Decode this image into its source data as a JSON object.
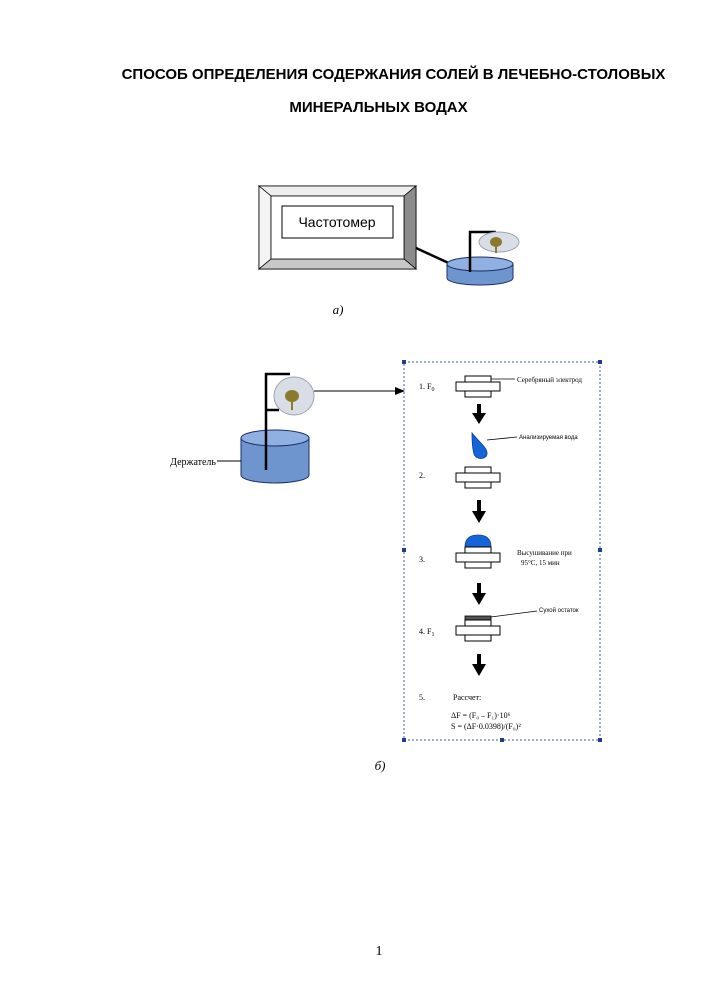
{
  "document": {
    "title_line1": "СПОСОБ ОПРЕДЕЛЕНИЯ СОДЕРЖАНИЯ СОЛЕЙ В ЛЕЧЕБНО-СТОЛОВЫХ",
    "title_line2": "МИНЕРАЛЬНЫХ ВОДАХ",
    "page_number": "1"
  },
  "figure_a": {
    "device_label": "Частотомер",
    "caption": "а)"
  },
  "figure_b": {
    "holder_label": "Держатель",
    "caption": "б)",
    "steps": [
      {
        "number": "1. F",
        "sub": "0"
      },
      {
        "number": "2."
      },
      {
        "number": "3."
      },
      {
        "number": "4. F",
        "sub": "1"
      },
      {
        "number": "5."
      }
    ],
    "annotations": {
      "silver_electrode": "Серебряный электрод",
      "analyzed_water": "Анализируемая вода",
      "drying_line1": "Высушивание при",
      "drying_line2": "95°С, 15 мин",
      "dry_residue": "Сухой остаток"
    },
    "calculation": {
      "heading": "Рассчет:",
      "formula1": "ΔF = (F₀ – F₁)·10⁶",
      "formula2": "S = (ΔF·0.0398)/(F₀)²"
    }
  },
  "colors": {
    "water": "#6f95cf",
    "water_top": "#8fb0e0",
    "drop": "#1565d8",
    "disc": "#d8dde6",
    "sensor": "#8b7a2e",
    "frame_handle": "#1a46a8"
  }
}
